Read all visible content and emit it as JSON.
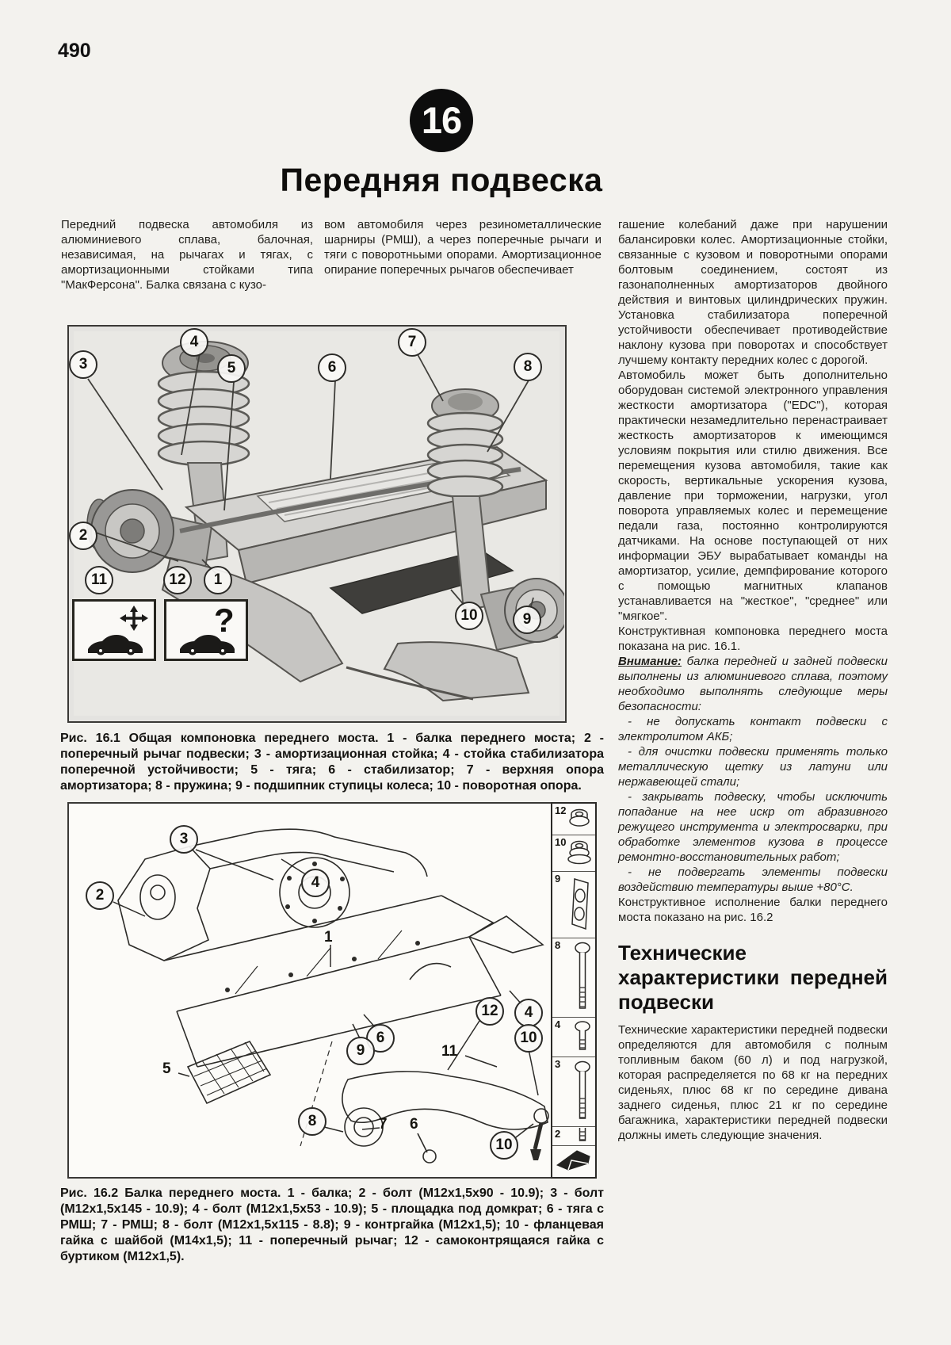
{
  "page": {
    "number": "490",
    "chapter_badge": "16",
    "title": "Передняя подвеска"
  },
  "intro": {
    "col1": "Передний подвеска автомобиля из алюминиевого сплава, балочная, независимая, на рычагах и тягах, с амортизационными стойками типа \"МакФерсона\". Балка связана с кузо-",
    "col2": "вом автомобиля через резинометаллические шарниры (РМШ), а через поперечные рычаги и тяги с поворотньыми опорами. Амортизационное опирание поперечных рычагов обеспечивает"
  },
  "col3": {
    "p1": "гашение колебаний даже при нарушении балансировки колес. Амортизационные стойки, связанные с кузовом и поворотными опорами болтовым соединением, состоят из газонаполненных амортизаторов двойного действия и винтовых цилиндрических пружин. Установка стабилизатора поперечной устойчивости обеспечивает противодействие наклону кузова при поворотах и способствует лучшему контакту передних колес с дорогой.",
    "p2": "Автомобиль может быть дополнительно оборудован системой электронного управления жесткости амортизатора (\"EDC\"), которая практически незамедлительно перенастраивает жесткость амортизаторов к имеющимся условиям покрытия или стилю движения. Все перемещения кузова автомобиля, такие как скорость, вертикальные ускорения кузова, давление при торможении, нагрузки, угол поворота управляемых колес и перемещение педали газа, постоянно контролируются датчиками. На основе поступающей от них информации ЭБУ вырабатывает команды на амортизатор, усилие, демпфирование которого с помощью магнитных клапанов устанавливается на \"жесткое\", \"среднее\" или \"мягкое\".",
    "p3": "Конструктивная компоновка переднего моста показана на рис. 16.1.",
    "warning_label": "Внимание:",
    "warning_intro": " балка передней и задней подвески выполнены из алюминиевого сплава, поэтому необходимо выполнять следующие меры безопасности:",
    "warning_items": [
      "- не допускать контакт подвески с электролитом АКБ;",
      "- для очистки подвески применять только металлическую щетку из латуни или нержавеющей стали;",
      "- закрывать подвеску, чтобы исключить попадание на нее искр от абразивного режущего инструмента и электросварки, при обработке элементов кузова в процессе ремонтно-восстановительных работ;",
      "- не подвергать элементы подвески воздействию температуры выше +80°С."
    ],
    "p4": "Конструктивное исполнение балки переднего моста показано на рис. 16.2",
    "heading": "Технические характеристики передней подвески",
    "p5": "Технические характеристики передней подвески определяются для автомобиля с полным топливным баком (60 л) и под нагрузкой, которая распределяется по 68 кг на передних сиденьях, плюс 68 кг по середине дивана заднего сиденья, плюс 21 кг по середине багажника, характеристики передней подвески должны иметь следующие значения."
  },
  "fig1": {
    "caption": "Рис. 16.1 Общая компоновка переднего моста. 1 - балка переднего моста; 2 - поперечный рычаг подвески; 3 - амортизационная стойка; 4 - стойка стабилизатора поперечной устойчивости; 5 - тяга; 6 - стабилизатор; 7 - верхняя опора амортизатора; 8 - пружина; 9 - подшипник ступицы колеса; 10 - поворотная опора.",
    "callouts": [
      "3",
      "4",
      "5",
      "6",
      "7",
      "8",
      "2",
      "11",
      "12",
      "1",
      "10",
      "9"
    ],
    "picto_question": "?"
  },
  "fig2": {
    "caption": "Рис. 16.2 Балка переднего моста. 1 - балка; 2 - болт (М12х1,5х90 - 10.9); 3 - болт (М12х1,5х145 - 10.9); 4 - болт (М12х1,5х53 - 10.9); 5 - площадка под домкрат; 6 - тяга с РМШ; 7 - РМШ; 8 - болт (М12х1,5х115 - 8.8); 9 - контргайка (М12х1,5); 10 - фланцевая гайка с шайбой (М14х1,5); 11 - поперечный рычаг; 12 - самоконтрящаяся гайка с буртиком (М12х1,5).",
    "callouts": [
      "3",
      "2",
      "4",
      "12",
      "4",
      "10",
      "6",
      "9",
      "8",
      "10"
    ],
    "labels": [
      "1",
      "5",
      "11",
      "7",
      "6"
    ],
    "parts": [
      "12",
      "10",
      "9",
      "8",
      "4",
      "3",
      "2"
    ]
  }
}
